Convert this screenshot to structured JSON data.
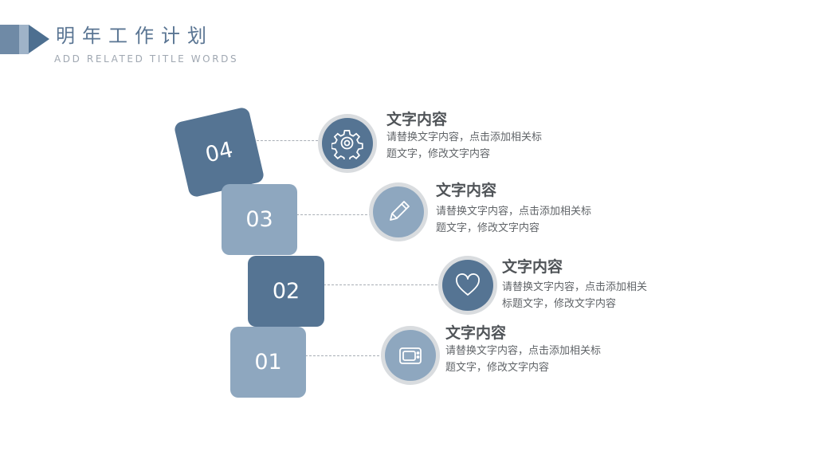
{
  "header": {
    "title": "明年工作计划",
    "subtitle": "ADD RELATED TITLE WORDS"
  },
  "colors": {
    "dark": "#557493",
    "light": "#8ea7bf",
    "ring": "#d9dcdf",
    "accent": "#5a7593"
  },
  "items": [
    {
      "number": "04",
      "icon": "gear-icon",
      "title": "文字内容",
      "desc_line1": "请替换文字内容，点击添加相关标",
      "desc_line2": "题文字，修改文字内容"
    },
    {
      "number": "03",
      "icon": "pencil-icon",
      "title": "文字内容",
      "desc_line1": "请替换文字内容，点击添加相关标",
      "desc_line2": "题文字，修改文字内容"
    },
    {
      "number": "02",
      "icon": "heart-icon",
      "title": "文字内容",
      "desc_line1": "请替换文字内容，点击添加相关",
      "desc_line2": "标题文字，修改文字内容"
    },
    {
      "number": "01",
      "icon": "tv-icon",
      "title": "文字内容",
      "desc_line1": "请替换文字内容，点击添加相关标",
      "desc_line2": "题文字，修改文字内容"
    }
  ]
}
